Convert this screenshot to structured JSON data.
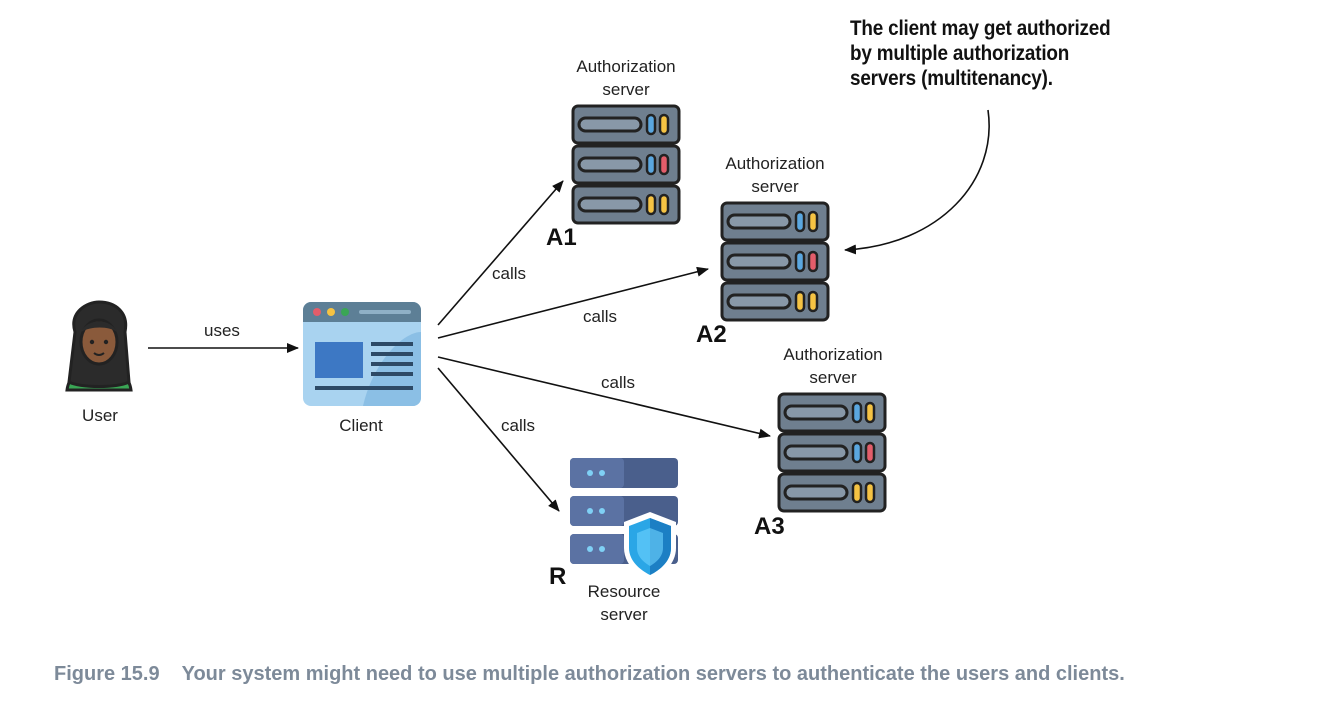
{
  "actors": {
    "user": {
      "label": "User"
    },
    "client": {
      "label": "Client"
    }
  },
  "servers": {
    "a1": {
      "id": "A1",
      "label_line1": "Authorization",
      "label_line2": "server"
    },
    "a2": {
      "id": "A2",
      "label_line1": "Authorization",
      "label_line2": "server"
    },
    "a3": {
      "id": "A3",
      "label_line1": "Authorization",
      "label_line2": "server"
    },
    "r": {
      "id": "R",
      "label_line1": "Resource",
      "label_line2": "server"
    }
  },
  "edges": {
    "uses": "uses",
    "calls_a1": "calls",
    "calls_a2": "calls",
    "calls_a3": "calls",
    "calls_r": "calls"
  },
  "note": {
    "line1": "The client may get authorized",
    "line2": "by multiple authorization",
    "line3": "servers (multitenancy)."
  },
  "caption": {
    "number": "Figure 15.9",
    "text": "Your system might need to use multiple authorization servers to authenticate the users and clients."
  },
  "colors": {
    "server_body": "#6f7f8f",
    "server_outline": "#222222",
    "led_yellow": "#f5c343",
    "led_red": "#e35d6a",
    "led_blue": "#5aa7e0",
    "client_frame": "#5d7f96",
    "resource_body": "#4a5f8c",
    "shield": "#2aa6e6",
    "caption": "#7d8a99"
  }
}
